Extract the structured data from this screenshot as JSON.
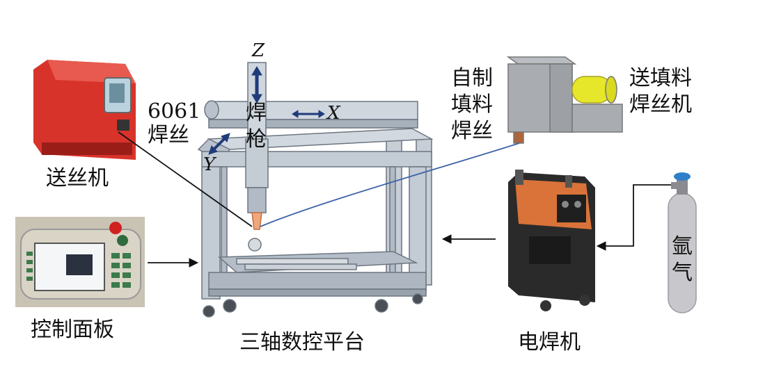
{
  "labels": {
    "wire_feeder": "送丝机",
    "wire_spec_line1": "6061",
    "wire_spec_line2": "焊丝",
    "torch_char1": "焊",
    "torch_char2": "枪",
    "self_made_line1": "自制",
    "self_made_line2": "填料",
    "self_made_line3": "焊丝",
    "filler_feeder_line1": "送填料",
    "filler_feeder_line2": "焊丝机",
    "control_panel": "控制面板",
    "platform": "三轴数控平台",
    "welder": "电焊机",
    "argon_char1": "氩",
    "argon_char2": "气"
  },
  "axes": {
    "x": "X",
    "y": "Y",
    "z": "Z"
  },
  "colors": {
    "frame": "#b9c2cc",
    "feeder_red": "#d8332b",
    "welder_orange": "#d9733a",
    "welder_body": "#2a2a2a",
    "argon_bottle": "#c8c8cc",
    "arrow_blue": "#1f3b7a",
    "wire_blue": "#3d63a8",
    "filler_coil": "#e6e62a"
  }
}
